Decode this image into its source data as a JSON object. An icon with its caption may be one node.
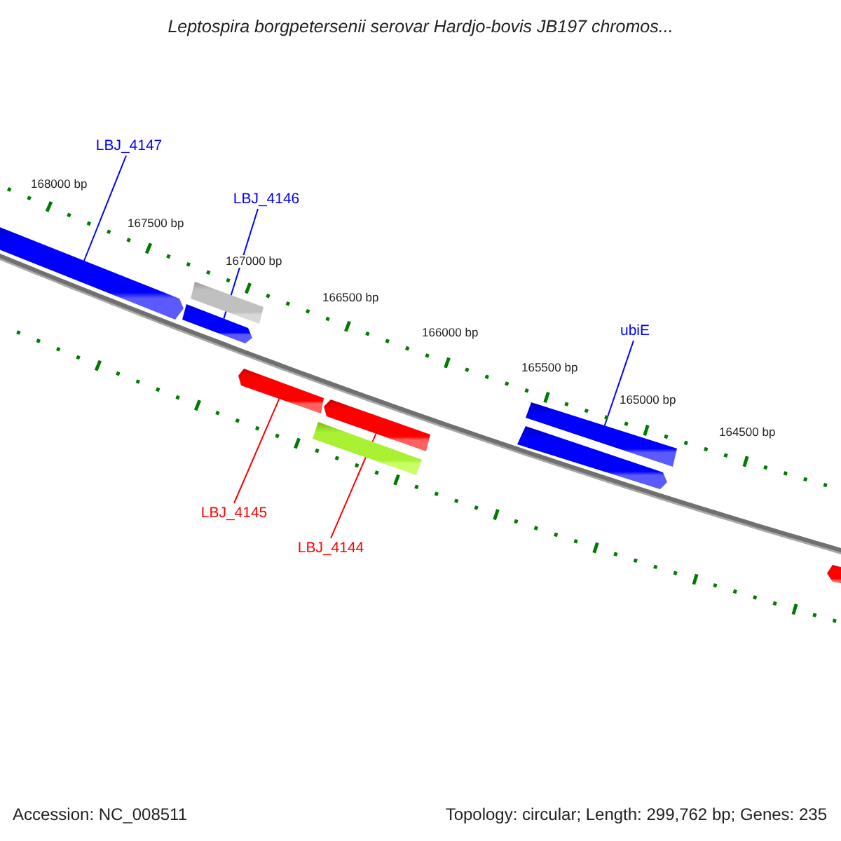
{
  "diagram": {
    "title": "Leptospira borgpetersenii serovar Hardjo-bovis JB197 chromos...",
    "nodes": [
      {
        "text": [
          "LBJ_4147"
        ]
      },
      {
        "text": [
          "LBJ_4146"
        ]
      },
      {
        "text": [
          "ubiE"
        ]
      },
      {
        "text": [
          "LBJ_4145"
        ]
      },
      {
        "text": [
          "LBJ_4144"
        ]
      },
      {
        "text": [],
        "shape": "bar"
      },
      {
        "text": [],
        "shape": "bar"
      },
      {
        "text": [],
        "shape": "bar"
      },
      {
        "text": [],
        "shape": "bar"
      },
      {
        "text": [],
        "shape": "bar"
      },
      {
        "text": [],
        "shape": "bar"
      },
      {
        "text": [],
        "shape": "bar"
      },
      {
        "text": [],
        "shape": "bar"
      },
      {
        "text": [],
        "shape": "bar"
      }
    ],
    "edges": [
      {
        "from": 0,
        "to": 5,
        "arrow": "none"
      },
      {
        "from": 1,
        "to": 6,
        "arrow": "none"
      },
      {
        "from": 2,
        "to": 12,
        "arrow": "none"
      },
      {
        "from": 3,
        "to": 8,
        "arrow": "none",
        "color": "#ff0000"
      },
      {
        "from": 4,
        "to": 10,
        "arrow": "none",
        "color": "#ff0000"
      }
    ],
    "labels": [
      "168000 bp",
      "167500 bp",
      "167000 bp",
      "166500 bp",
      "166000 bp",
      "165500 bp",
      "165000 bp",
      "164500 bp",
      "Accession: NC_008511",
      "Topology: circular; Length: 299,762 bp; Genes: 235"
    ]
  }
}
